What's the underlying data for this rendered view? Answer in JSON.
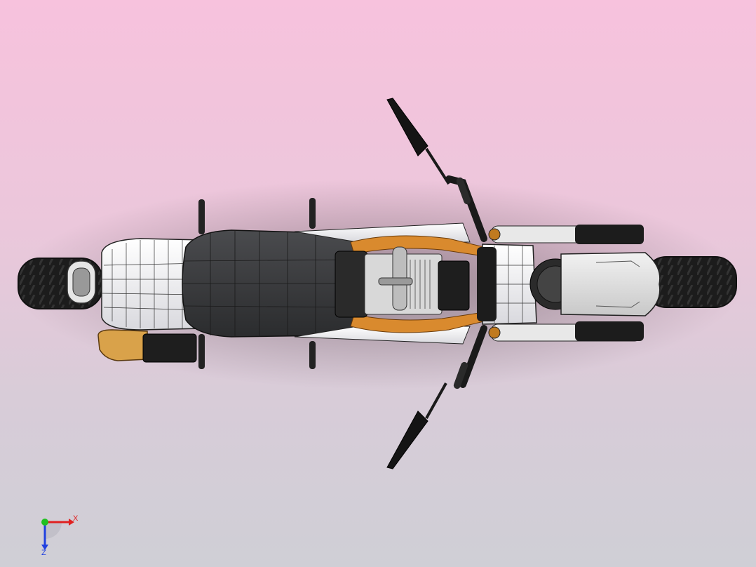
{
  "viewport": {
    "model": "motorcycle-top-view",
    "colors": {
      "bg_top": "#f7c2dd",
      "bg_bottom": "#cfcfd6",
      "body_white": "#f4f4f6",
      "seat": "#3a3b3d",
      "frame_orange": "#d98a2e",
      "dark": "#1a1a1a",
      "edge": "#2a2a2a"
    }
  },
  "triad": {
    "x_label": "X",
    "z_label": "Z",
    "x_color": "#e02020",
    "y_color": "#20c020",
    "z_color": "#2040e0"
  }
}
